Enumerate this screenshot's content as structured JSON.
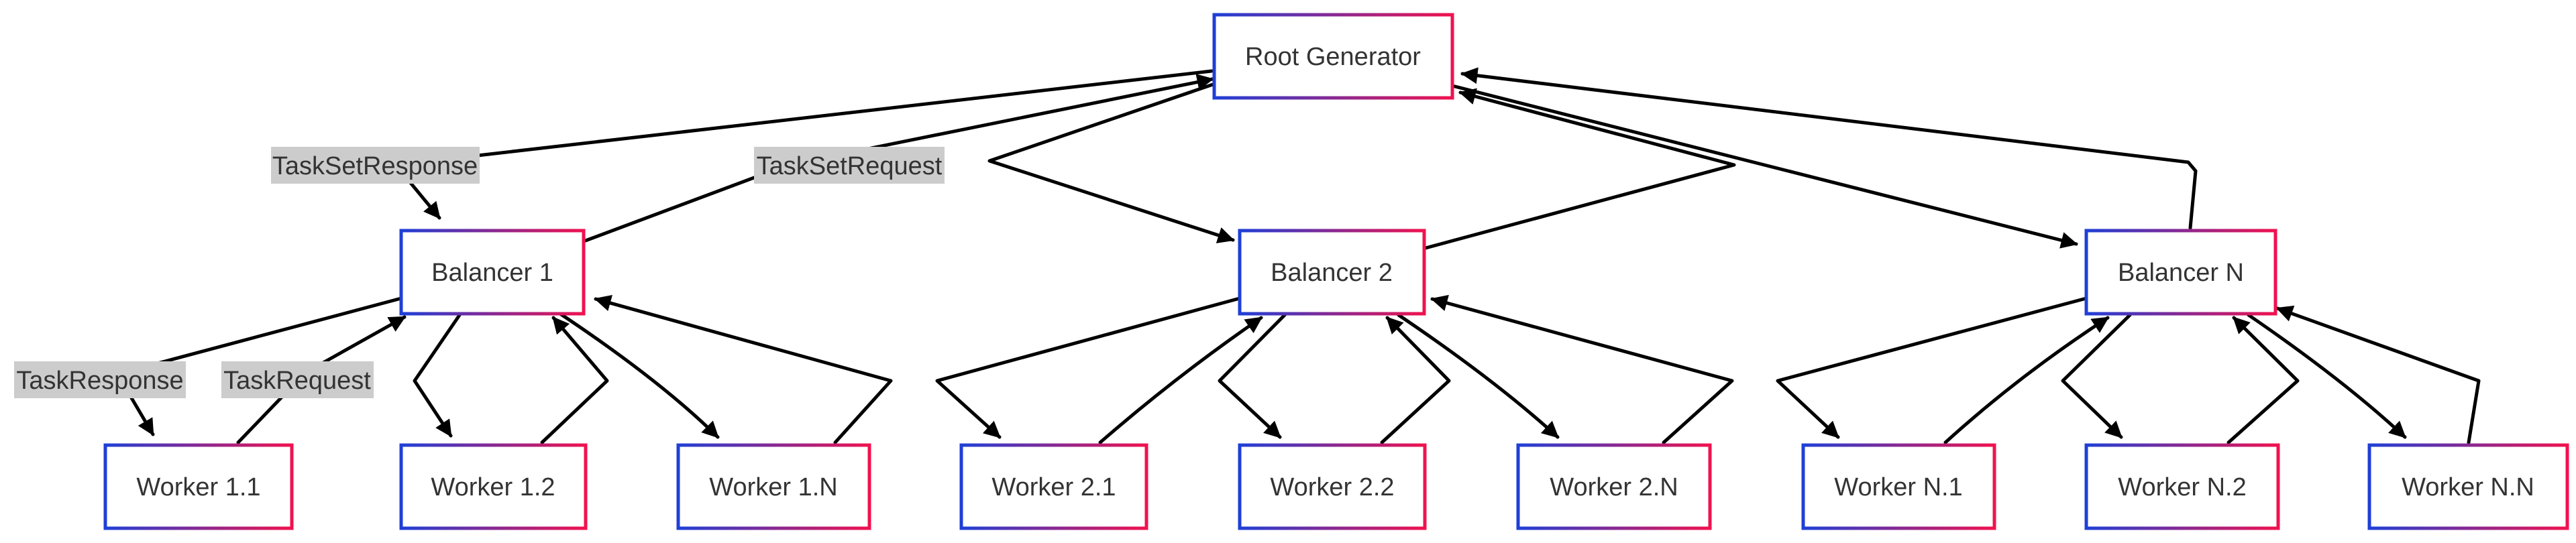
{
  "colors": {
    "border_start": "#1f3fd6",
    "border_end": "#f0124f",
    "edge": "#000000",
    "label_bg": "#cccccc",
    "text": "#333333"
  },
  "nodes": {
    "root": "Root Generator",
    "balancer_1": "Balancer 1",
    "balancer_2": "Balancer 2",
    "balancer_n": "Balancer N",
    "worker_1_1": "Worker 1.1",
    "worker_1_2": "Worker 1.2",
    "worker_1_n": "Worker 1.N",
    "worker_2_1": "Worker 2.1",
    "worker_2_2": "Worker 2.2",
    "worker_2_n": "Worker 2.N",
    "worker_n_1": "Worker N.1",
    "worker_n_2": "Worker N.2",
    "worker_n_n": "Worker N.N"
  },
  "edge_labels": {
    "task_set_response": "TaskSetResponse",
    "task_set_request": "TaskSetRequest",
    "task_response": "TaskResponse",
    "task_request": "TaskRequest"
  }
}
